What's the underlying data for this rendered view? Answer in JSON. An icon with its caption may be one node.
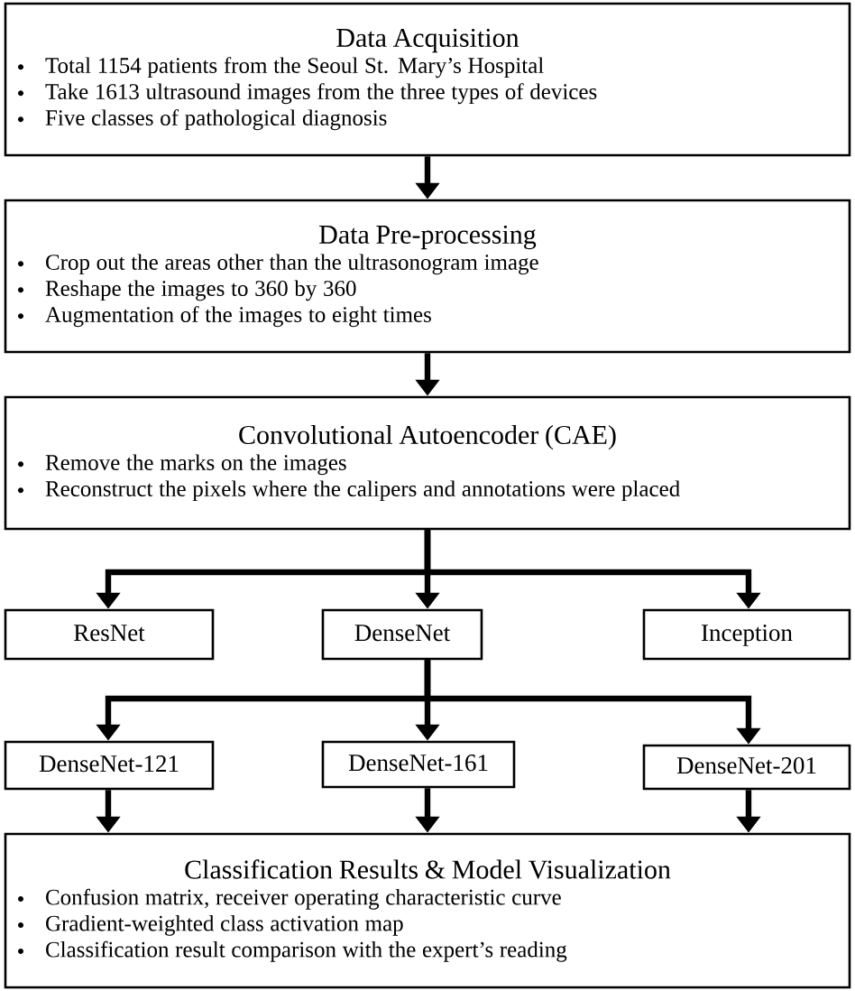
{
  "diagram": {
    "nodes": [
      {
        "text": [
          "Data Acquisition",
          "Total 1154 patients from the Seoul St. Mary’s Hospital",
          "Take 1613 ultrasound images from the three types of devices",
          "Five classes of pathological diagnosis"
        ]
      },
      {
        "text": [
          "Data Pre-processing",
          "Crop out the areas other than the ultrasonogram image",
          "Reshape the images to 360 by 360",
          "Augmentation of the images to eight times"
        ]
      },
      {
        "text": [
          "Convolutional Autoencoder (CAE)",
          "Remove the marks on the images",
          "Reconstruct the pixels where the calipers and annotations were placed"
        ]
      },
      {
        "text": [
          "ResNet"
        ]
      },
      {
        "text": [
          "DenseNet"
        ]
      },
      {
        "text": [
          "Inception"
        ]
      },
      {
        "text": [
          "DenseNet-121"
        ]
      },
      {
        "text": [
          "DenseNet-161"
        ]
      },
      {
        "text": [
          "DenseNet-201"
        ]
      },
      {
        "text": [
          "Classification Results & Model Visualization",
          "Confusion matrix, receiver operating characteristic curve",
          "Gradient-weighted class activation map",
          "Classification result comparison with the expert’s reading"
        ]
      }
    ],
    "edges": [
      {
        "from": 0,
        "to": 1,
        "arrow": "to"
      },
      {
        "from": 1,
        "to": 2,
        "arrow": "to"
      },
      {
        "from": 2,
        "to": 3,
        "arrow": "to"
      },
      {
        "from": 2,
        "to": 4,
        "arrow": "to"
      },
      {
        "from": 2,
        "to": 5,
        "arrow": "to"
      },
      {
        "from": 4,
        "to": 6,
        "arrow": "to"
      },
      {
        "from": 4,
        "to": 7,
        "arrow": "to"
      },
      {
        "from": 4,
        "to": 8,
        "arrow": "to"
      },
      {
        "from": 6,
        "to": 9,
        "arrow": "to"
      },
      {
        "from": 7,
        "to": 9,
        "arrow": "to"
      },
      {
        "from": 8,
        "to": 9,
        "arrow": "to"
      }
    ]
  }
}
